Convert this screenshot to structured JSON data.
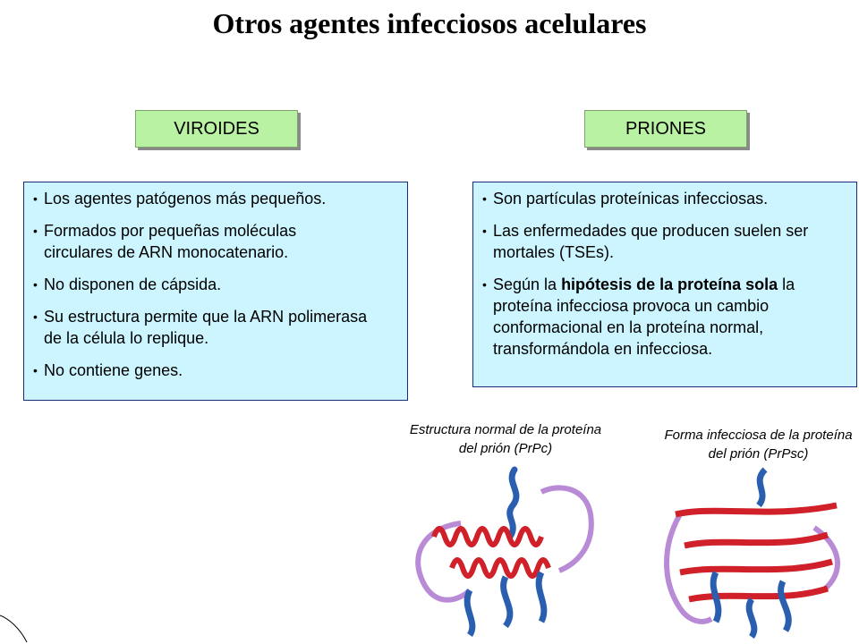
{
  "title": "Otros agentes infecciosos acelulares",
  "viroides": {
    "heading": "VIROIDES",
    "bullets": [
      "Los agentes patógenos más pequeños.",
      "Formados por pequeñas moléculas circulares de ARN monocatenario.",
      "No disponen de cápsida.",
      "Su estructura permite que la ARN polimerasa de la célula lo replique.",
      "No contiene genes."
    ]
  },
  "priones": {
    "heading": "PRIONES",
    "bullets": [
      "Son partículas proteínicas infecciosas.",
      "Las enfermedades que producen suelen ser mortales (TSEs)."
    ],
    "bullet3_pre": "Según la ",
    "bullet3_bold": "hipótesis de la proteína sola",
    "bullet3_post": " la proteína infecciosa provoca un cambio conformacional en la proteína normal, transformándola en infecciosa."
  },
  "captions": {
    "normal": "Estructura normal de la proteína del prión (PrPc)",
    "infectious": "Forma infecciosa de la proteína del prión (PrPsc)"
  },
  "colors": {
    "heading_bg": "#b9f2a3",
    "box_bg": "#ccf5ff",
    "box_border": "#1c2a7a",
    "helix_red": "#d0202a",
    "loop_blue": "#2a5fb0",
    "loop_purple": "#b98ad6"
  }
}
